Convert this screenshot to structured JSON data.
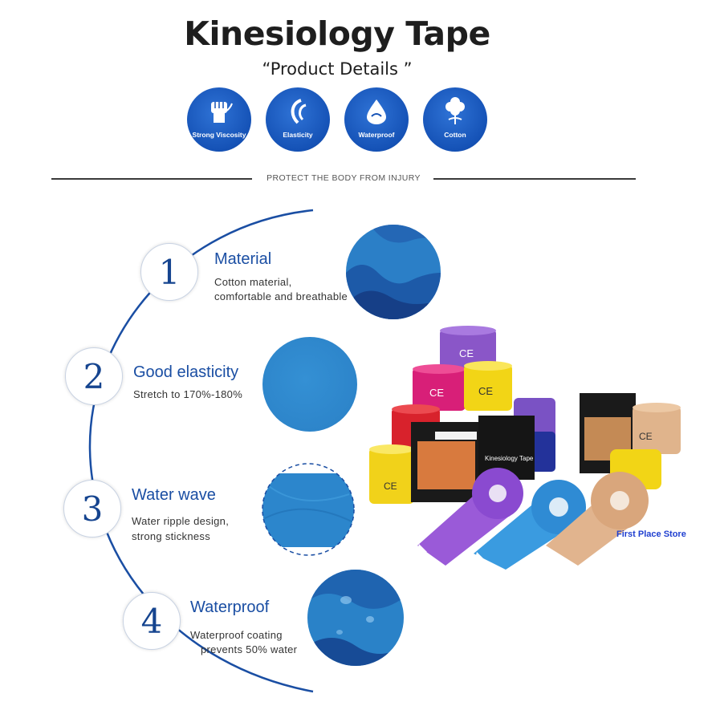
{
  "header": {
    "title": "Kinesiology Tape",
    "subtitle": "“Product Details ”"
  },
  "features": [
    {
      "label": "Strong Viscosity",
      "icon": "fist-icon"
    },
    {
      "label": "Elasticity",
      "icon": "elastic-wave-icon"
    },
    {
      "label": "Waterproof",
      "icon": "water-drop-icon"
    },
    {
      "label": "Cotton",
      "icon": "cotton-plant-icon"
    }
  ],
  "divider": {
    "text": "PROTECT THE BODY FROM INJURY"
  },
  "details": [
    {
      "number": "1",
      "title": "Material",
      "line1": "Cotton material,",
      "line2": "comfortable and breathable"
    },
    {
      "number": "2",
      "title": "Good elasticity",
      "line1": "Stretch to 170%-180%",
      "line2": ""
    },
    {
      "number": "3",
      "title": "Water wave",
      "line1": "Water ripple design,",
      "line2": "strong stickness"
    },
    {
      "number": "4",
      "title": "Waterproof",
      "line1": "Waterproof coating",
      "line2": "prevents 50% water"
    }
  ],
  "product": {
    "store": "First Place Store",
    "roll_text": "CE",
    "box_label": "Kinesiology Tape"
  },
  "colors": {
    "brand_blue": "#1552b6",
    "fabric_blue": "#2e86cc",
    "arc_blue": "#1a4ea3"
  }
}
